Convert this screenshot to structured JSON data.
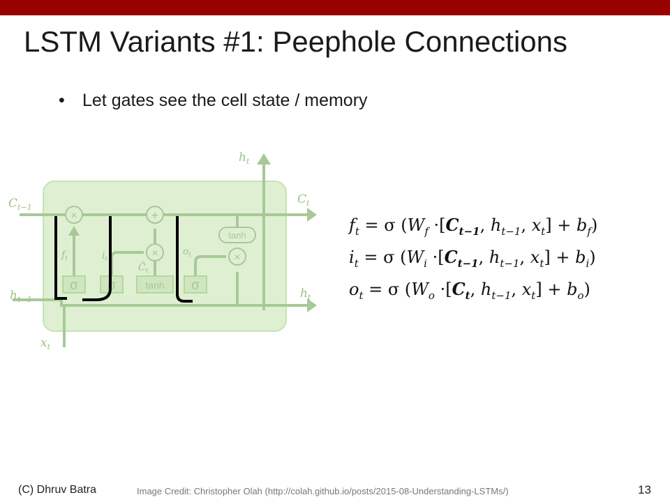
{
  "slide": {
    "title": "LSTM Variants #1: Peephole Connections",
    "bullet": "Let gates see the cell state / memory",
    "accent_color": "#990000"
  },
  "diagram": {
    "labels": {
      "c_prev": "C",
      "c_prev_sub": "t−1",
      "c_next": "C",
      "c_next_sub": "t",
      "h_top": "h",
      "h_top_sub": "t",
      "h_prev": "h",
      "h_prev_sub": "t−1",
      "h_out": "h",
      "h_out_sub": "t",
      "x_in": "x",
      "x_in_sub": "t",
      "f_gate": "f",
      "f_gate_sub": "t",
      "i_gate": "i",
      "i_gate_sub": "t",
      "c_tilde": "C̃",
      "c_tilde_sub": "t",
      "o_gate": "o",
      "o_gate_sub": "t"
    },
    "ops": {
      "times": "×",
      "plus": "+",
      "tanh": "tanh",
      "sigma": "σ"
    }
  },
  "equations": [
    {
      "lhs": "f",
      "lhs_sub": "t",
      "w_sub": "f",
      "peep": "C",
      "peep_sub": "t−1",
      "b_sub": "f"
    },
    {
      "lhs": "i",
      "lhs_sub": "t",
      "w_sub": "i",
      "peep": "C",
      "peep_sub": "t−1",
      "b_sub": "i"
    },
    {
      "lhs": "o",
      "lhs_sub": "t",
      "w_sub": "o",
      "peep": "C",
      "peep_sub": "t",
      "b_sub": "o"
    }
  ],
  "footer": {
    "author": "(C) Dhruv Batra",
    "credit": "Image Credit: Christopher Olah (http://colah.github.io/posts/2015-08-Understanding-LSTMs/)",
    "page": "13"
  }
}
